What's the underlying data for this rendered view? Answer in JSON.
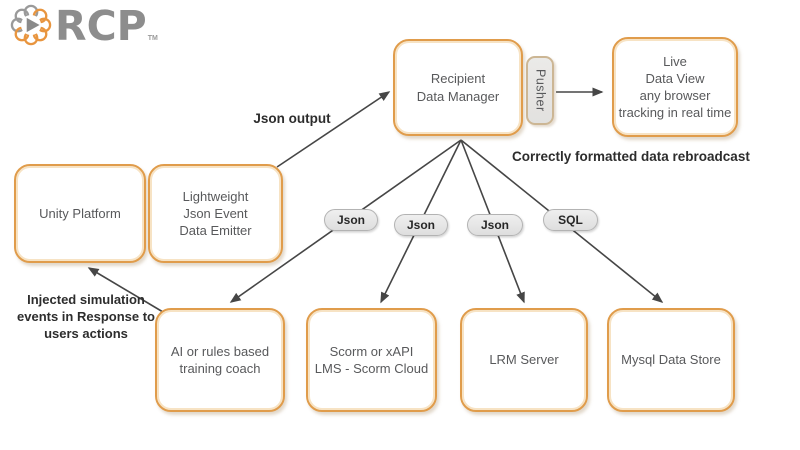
{
  "logo": {
    "text": "RCP",
    "tm": "TM",
    "icon": "brain-play-icon"
  },
  "nodes": {
    "recipient_data_manager": {
      "label": "Recipient\nData Manager"
    },
    "pusher": {
      "label": "Pusher"
    },
    "live_data_view": {
      "label": "Live\nData View\nany browser\ntracking in real time"
    },
    "unity_platform": {
      "label": "Unity Platform"
    },
    "json_event_emitter": {
      "label": "Lightweight\nJson Event\nData Emitter"
    },
    "ai_training_coach": {
      "label": "AI or rules based\ntraining coach"
    },
    "scorm_lms": {
      "label": "Scorm or xAPI\nLMS - Scorm Cloud"
    },
    "lrm_server": {
      "label": "LRM Server"
    },
    "mysql_data_store": {
      "label": "Mysql Data Store"
    }
  },
  "edge_labels": {
    "json_output": "Json output",
    "rebroadcast": "Correctly formatted data rebroadcast",
    "injected_events": "Injected simulation\nevents in Response to\nusers actions"
  },
  "pills": [
    {
      "label": "Json"
    },
    {
      "label": "Json"
    },
    {
      "label": "Json"
    },
    {
      "label": "SQL"
    }
  ],
  "colors": {
    "box_border": "#e09c4b",
    "box_border_inner": "#f7e3c4",
    "arrow": "#464646",
    "pill_bg": "#e7e7e7",
    "pill_border": "#b3b3b3",
    "logo_gray": "#8d8d8d",
    "logo_orange": "#e8953f",
    "node_text": "#58595b"
  }
}
